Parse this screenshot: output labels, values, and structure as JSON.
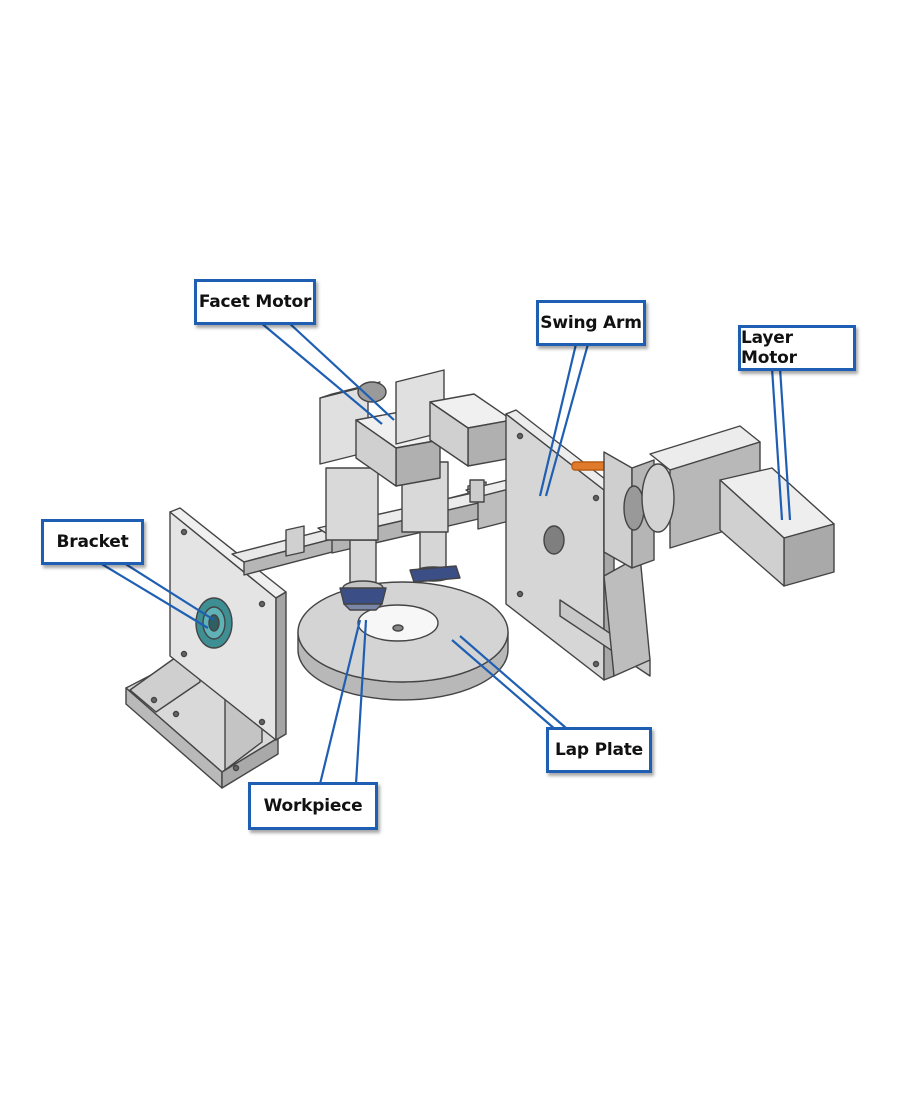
{
  "labels": {
    "facet_motor": "Facet Motor",
    "swing_arm": "Swing Arm",
    "layer_motor": "Layer Motor",
    "bracket": "Bracket",
    "lap_plate": "Lap Plate",
    "workpiece": "Workpiece"
  },
  "colors": {
    "callout_border": "#1f5fb3",
    "leader_line": "#1f5fb3",
    "part_light": "#e6e6e6",
    "part_mid": "#cfcfcf",
    "part_dark": "#9a9a9a",
    "accent_orange": "#e07a2a",
    "accent_teal": "#3e8f93"
  }
}
